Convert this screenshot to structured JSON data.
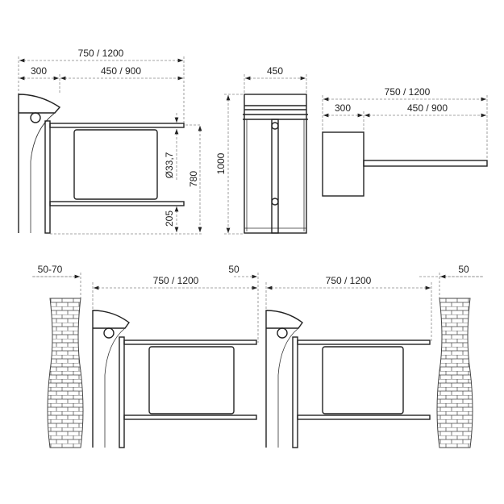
{
  "side_view": {
    "total_width": "750 / 1200",
    "post_width": "300",
    "arm_length": "450 / 900",
    "tube_diameter": "Ø33,7",
    "arm_height": "780",
    "lower_arm_height": "205"
  },
  "front_view": {
    "width": "450",
    "height": "1000"
  },
  "top_view": {
    "total_width": "750 / 1200",
    "post_width": "300",
    "arm_length": "450 / 900"
  },
  "installation_view": {
    "wall_gap_left": "50-70",
    "gap_between": "50",
    "passage_1": "750 / 1200",
    "passage_2": "750 / 1200",
    "wall_gap_right": "50"
  }
}
